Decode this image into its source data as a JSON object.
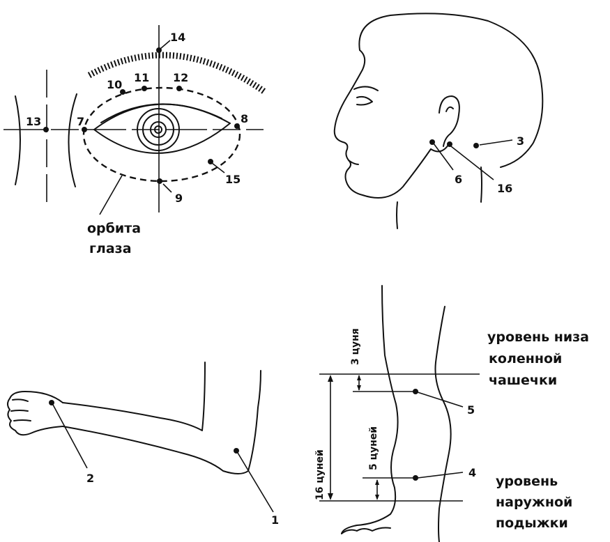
{
  "eye_panel": {
    "points": [
      "13",
      "7",
      "8",
      "10",
      "11",
      "12",
      "14",
      "9",
      "15"
    ],
    "caption_line1": "орбита",
    "caption_line2": "глаза"
  },
  "head_panel": {
    "points": [
      "3",
      "6",
      "16"
    ]
  },
  "arm_panel": {
    "points": [
      "2",
      "1"
    ]
  },
  "leg_panel": {
    "points": [
      "5",
      "4"
    ],
    "measure_top": "3 цуня",
    "measure_middle": "5 цуней",
    "measure_full": "16 цуней",
    "knee_label": [
      "уровень низа",
      "коленной",
      "чашечки"
    ],
    "ankle_label": [
      "уровень",
      "наружной",
      "подыжки"
    ]
  }
}
